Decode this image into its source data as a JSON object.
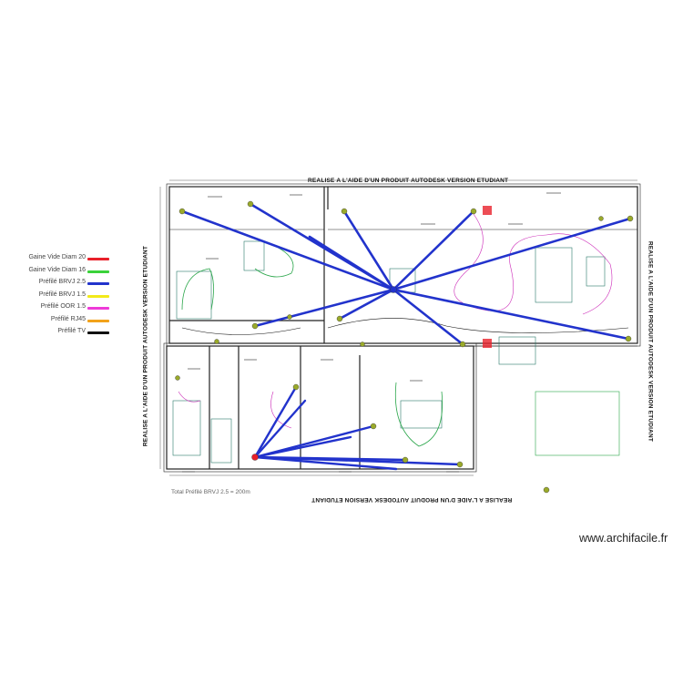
{
  "legend": {
    "items": [
      {
        "label": "Gaine Vide Diam 20",
        "color": "#e8202a"
      },
      {
        "label": "Gaine Vide Diam 16",
        "color": "#3ad23a"
      },
      {
        "label": "Préfilé BRVJ 2.5",
        "color": "#2233cc"
      },
      {
        "label": "Préfilé BRVJ 1.5",
        "color": "#f2ea1a"
      },
      {
        "label": "Préfilé OOR 1.5",
        "color": "#ee3ad8"
      },
      {
        "label": "Préfilé RJ45",
        "color": "#f2a21a"
      },
      {
        "label": "Préfilé TV",
        "color": "#111111"
      }
    ]
  },
  "stamp_text": "REALISE A L'AIDE D'UN PRODUIT AUTODESK VERSION ETUDIANT",
  "total": "Total Préfilé BRVJ 2.5 = 200m",
  "watermark": "www.archifacile.fr",
  "colors": {
    "wall": "#222222",
    "room_detail": "#2a7a6a",
    "wire_blue": "#2233cc",
    "wire_magenta": "#cc2ab8",
    "wire_green": "#2aa64a",
    "wire_black": "#111111",
    "device": "#6a7a1a"
  }
}
